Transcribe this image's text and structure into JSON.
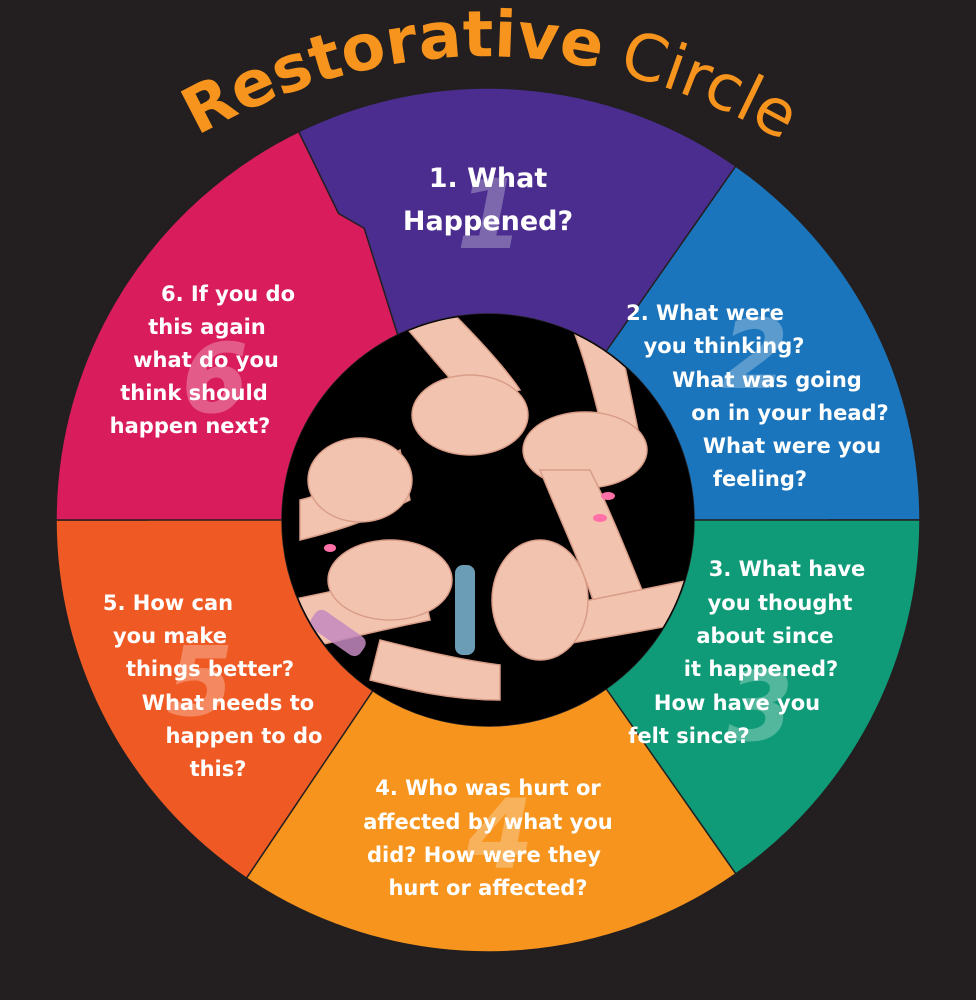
{
  "title": {
    "word1": "Restorative",
    "word2": "Circle",
    "color": "#f7941d"
  },
  "background_color": "#231f20",
  "segments": [
    {
      "id": 1,
      "number": "1",
      "color": "#4b2d8f",
      "lines": [
        "1. What",
        "Happened?"
      ]
    },
    {
      "id": 2,
      "number": "2",
      "color": "#1b75bc",
      "lines": [
        "2. What were",
        "you thinking?",
        "What was going",
        "on in your head?",
        "What were you",
        "feeling?"
      ]
    },
    {
      "id": 3,
      "number": "3",
      "color": "#0f9b77",
      "lines": [
        "3. What have",
        "you thought",
        "about since",
        "it happened?",
        "How have you",
        "felt since?"
      ]
    },
    {
      "id": 4,
      "number": "4",
      "color": "#f7941d",
      "lines": [
        "4. Who was hurt or",
        "affected by what you",
        "did? How were they",
        "hurt or affected?"
      ]
    },
    {
      "id": 5,
      "number": "5",
      "color": "#ef5a24",
      "lines": [
        "5. How can",
        "you make",
        "things better?",
        "What needs to",
        "happen to do",
        "this?"
      ]
    },
    {
      "id": 6,
      "number": "6",
      "color": "#d91c5c",
      "lines": [
        "6. If you do",
        "this again",
        "what do you",
        "think should",
        "happen next?"
      ]
    }
  ],
  "center_image": {
    "icon": "linked-hands-photo",
    "bg_color": "#000000"
  }
}
